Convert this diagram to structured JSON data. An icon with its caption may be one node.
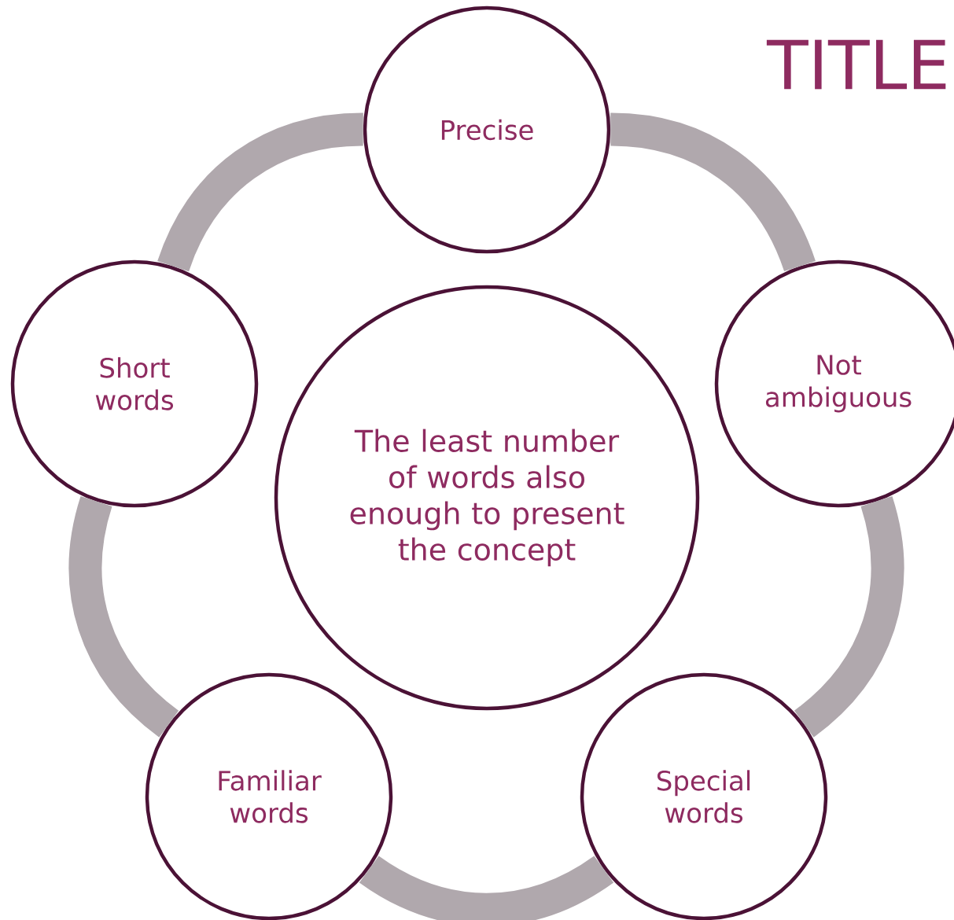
{
  "diagram": {
    "title": "TITLE",
    "nodes": [
      {
        "text": [
          "The least number of words also enough to present the concept"
        ]
      },
      {
        "text": [
          "Precise"
        ]
      },
      {
        "text": [
          "Not ambiguous"
        ]
      },
      {
        "text": [
          "Special words"
        ]
      },
      {
        "text": [
          "Familiar words"
        ]
      },
      {
        "text": [
          "Short words"
        ]
      }
    ],
    "edges": [
      {
        "from": 1,
        "to": 2,
        "arrow": "none"
      },
      {
        "from": 2,
        "to": 3,
        "arrow": "none"
      },
      {
        "from": 3,
        "to": 4,
        "arrow": "none"
      },
      {
        "from": 4,
        "to": 5,
        "arrow": "none"
      },
      {
        "from": 5,
        "to": 1,
        "arrow": "none"
      }
    ]
  }
}
